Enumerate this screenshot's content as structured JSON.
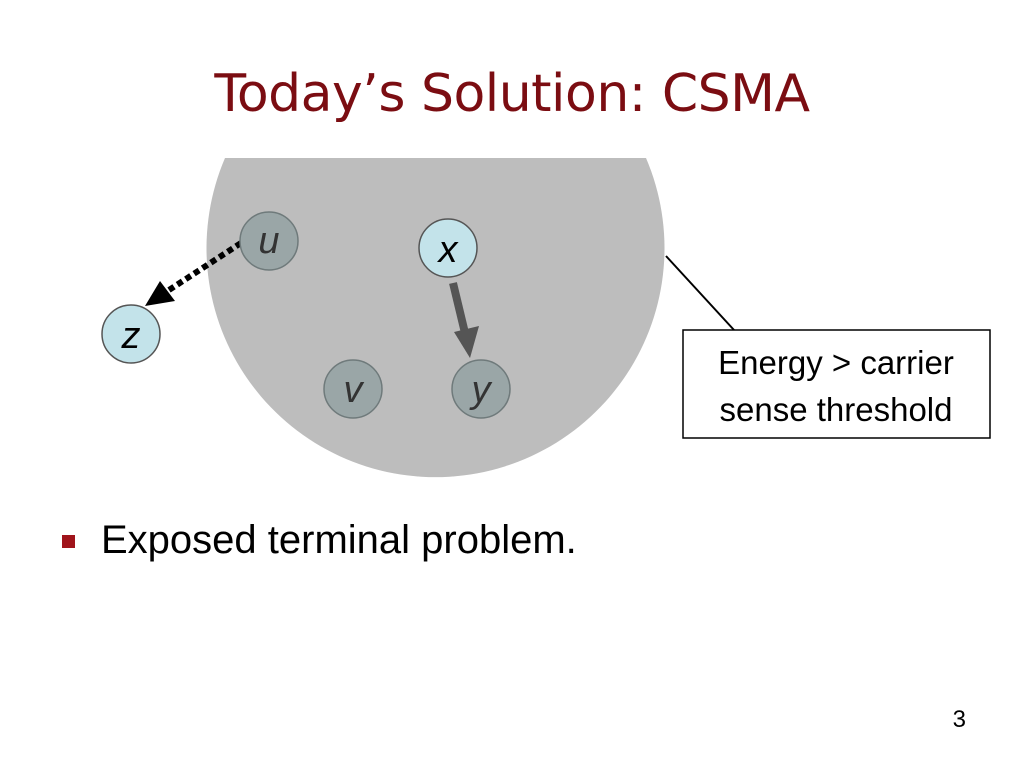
{
  "slide": {
    "title": "Today’s Solution: CSMA",
    "page_number": "3"
  },
  "diagram": {
    "nodes": {
      "u": "u",
      "x": "x",
      "z": "z",
      "v": "v",
      "y": "y"
    },
    "callout": {
      "line1": "Energy > carrier",
      "line2": "sense threshold"
    }
  },
  "bullets": [
    "Exposed terminal problem."
  ],
  "colors": {
    "title": "#7b0d12",
    "bullet_marker": "#a0141b",
    "sensing_region": "#bdbdbd",
    "node_inside_region": "#9aa6a7",
    "node_outside_region": "#c3e3ea",
    "arrow_solid": "#555555",
    "arrow_dotted": "#000000"
  }
}
